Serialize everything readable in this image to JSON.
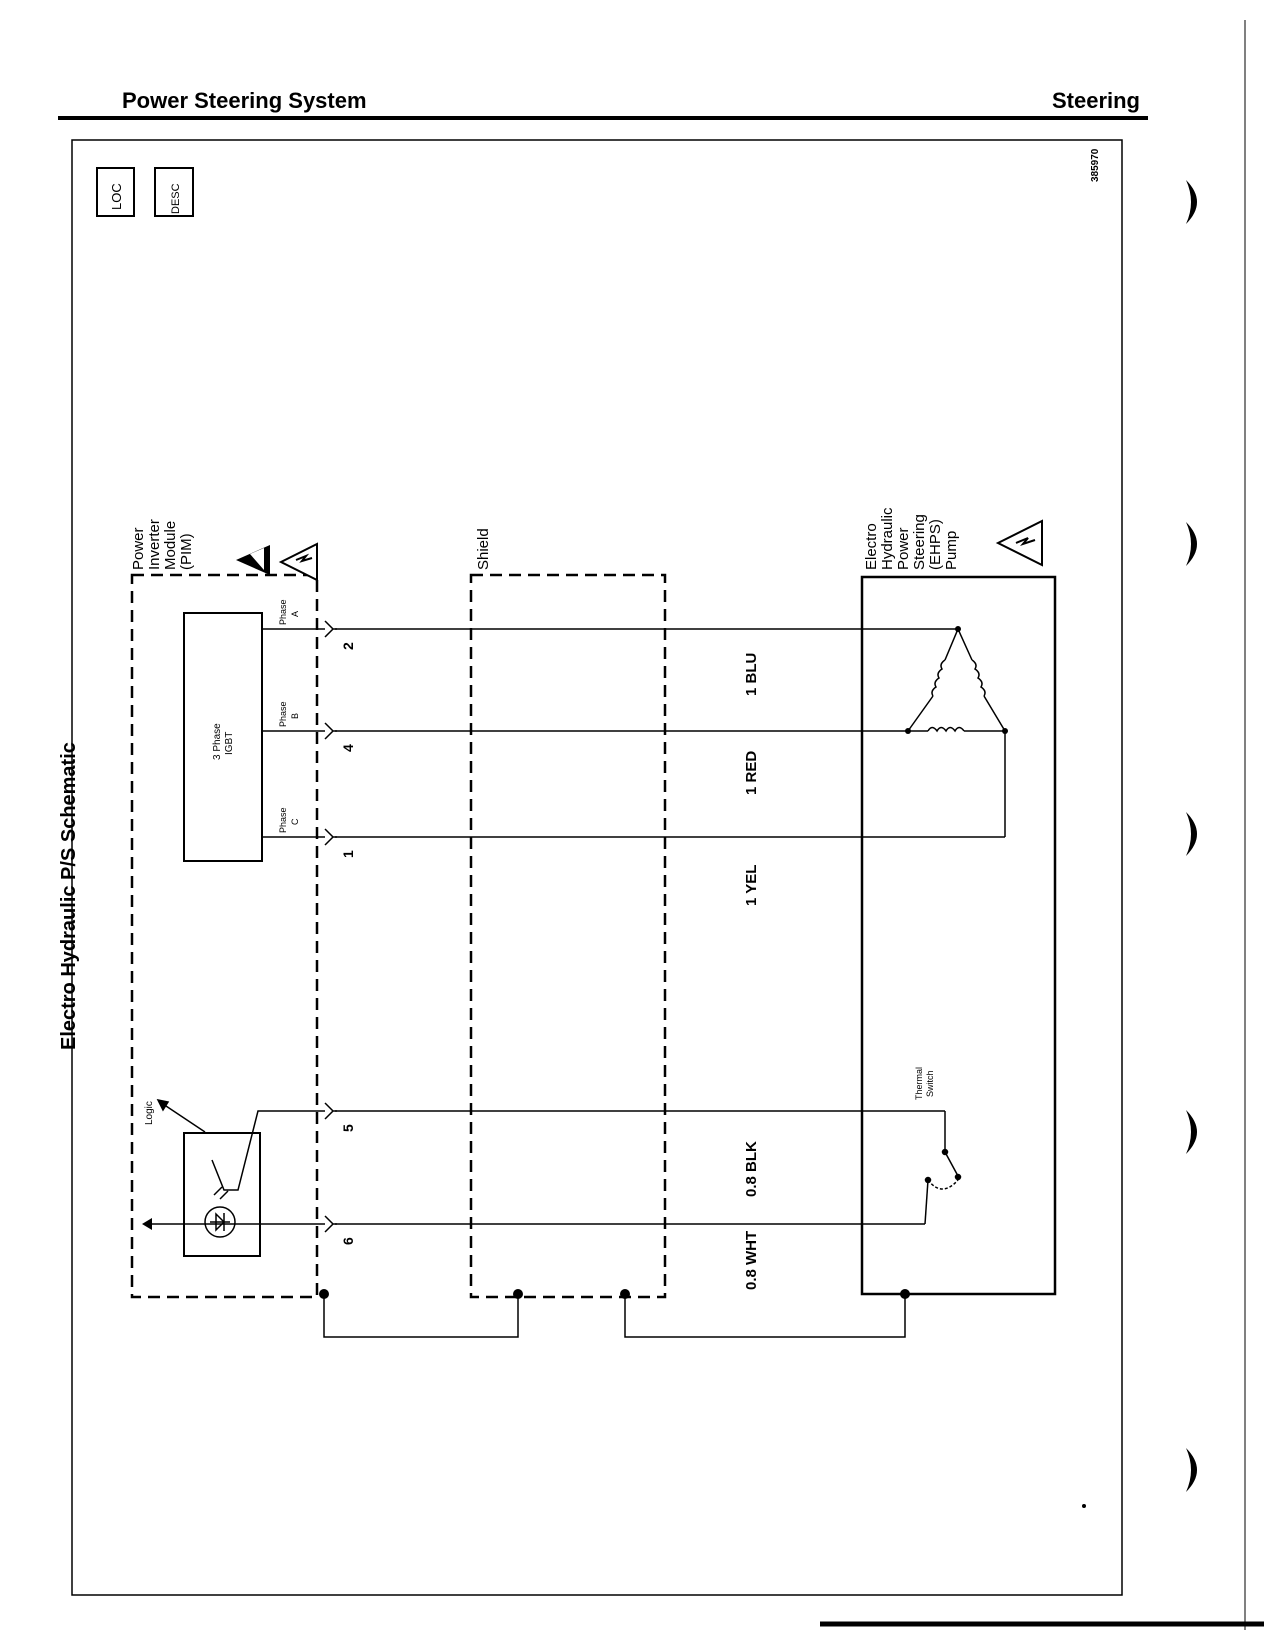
{
  "header": {
    "section": "Power Steering System",
    "chapter": "Steering"
  },
  "diagram": {
    "title": "Electro Hydraulic P/S Schematic",
    "figure_id": "385970",
    "tabs": {
      "loc": "LOC",
      "desc": "DESC"
    },
    "pim": {
      "label_lines": [
        "Power",
        "Inverter",
        "Module",
        "(PIM)"
      ],
      "igbt_label": [
        "3 Phase",
        "IGBT"
      ],
      "logic_label": "Logic",
      "phases": [
        {
          "name": [
            "Phase",
            "A"
          ],
          "pin": "2"
        },
        {
          "name": [
            "Phase",
            "B"
          ],
          "pin": "4"
        },
        {
          "name": [
            "Phase",
            "C"
          ],
          "pin": "1"
        }
      ],
      "logic_pins": [
        "5",
        "6"
      ]
    },
    "shield_label": "Shield",
    "pump": {
      "label_lines": [
        "Electro",
        "Hydraulic",
        "Power",
        "Steering",
        "(EHPS)",
        "Pump"
      ],
      "thermal_label": [
        "Thermal",
        "Switch"
      ]
    },
    "wires": [
      {
        "label": "1 BLU"
      },
      {
        "label": "1 RED"
      },
      {
        "label": "1 YEL"
      },
      {
        "label": "0.8 BLK"
      },
      {
        "label": "0.8 WHT"
      }
    ]
  }
}
